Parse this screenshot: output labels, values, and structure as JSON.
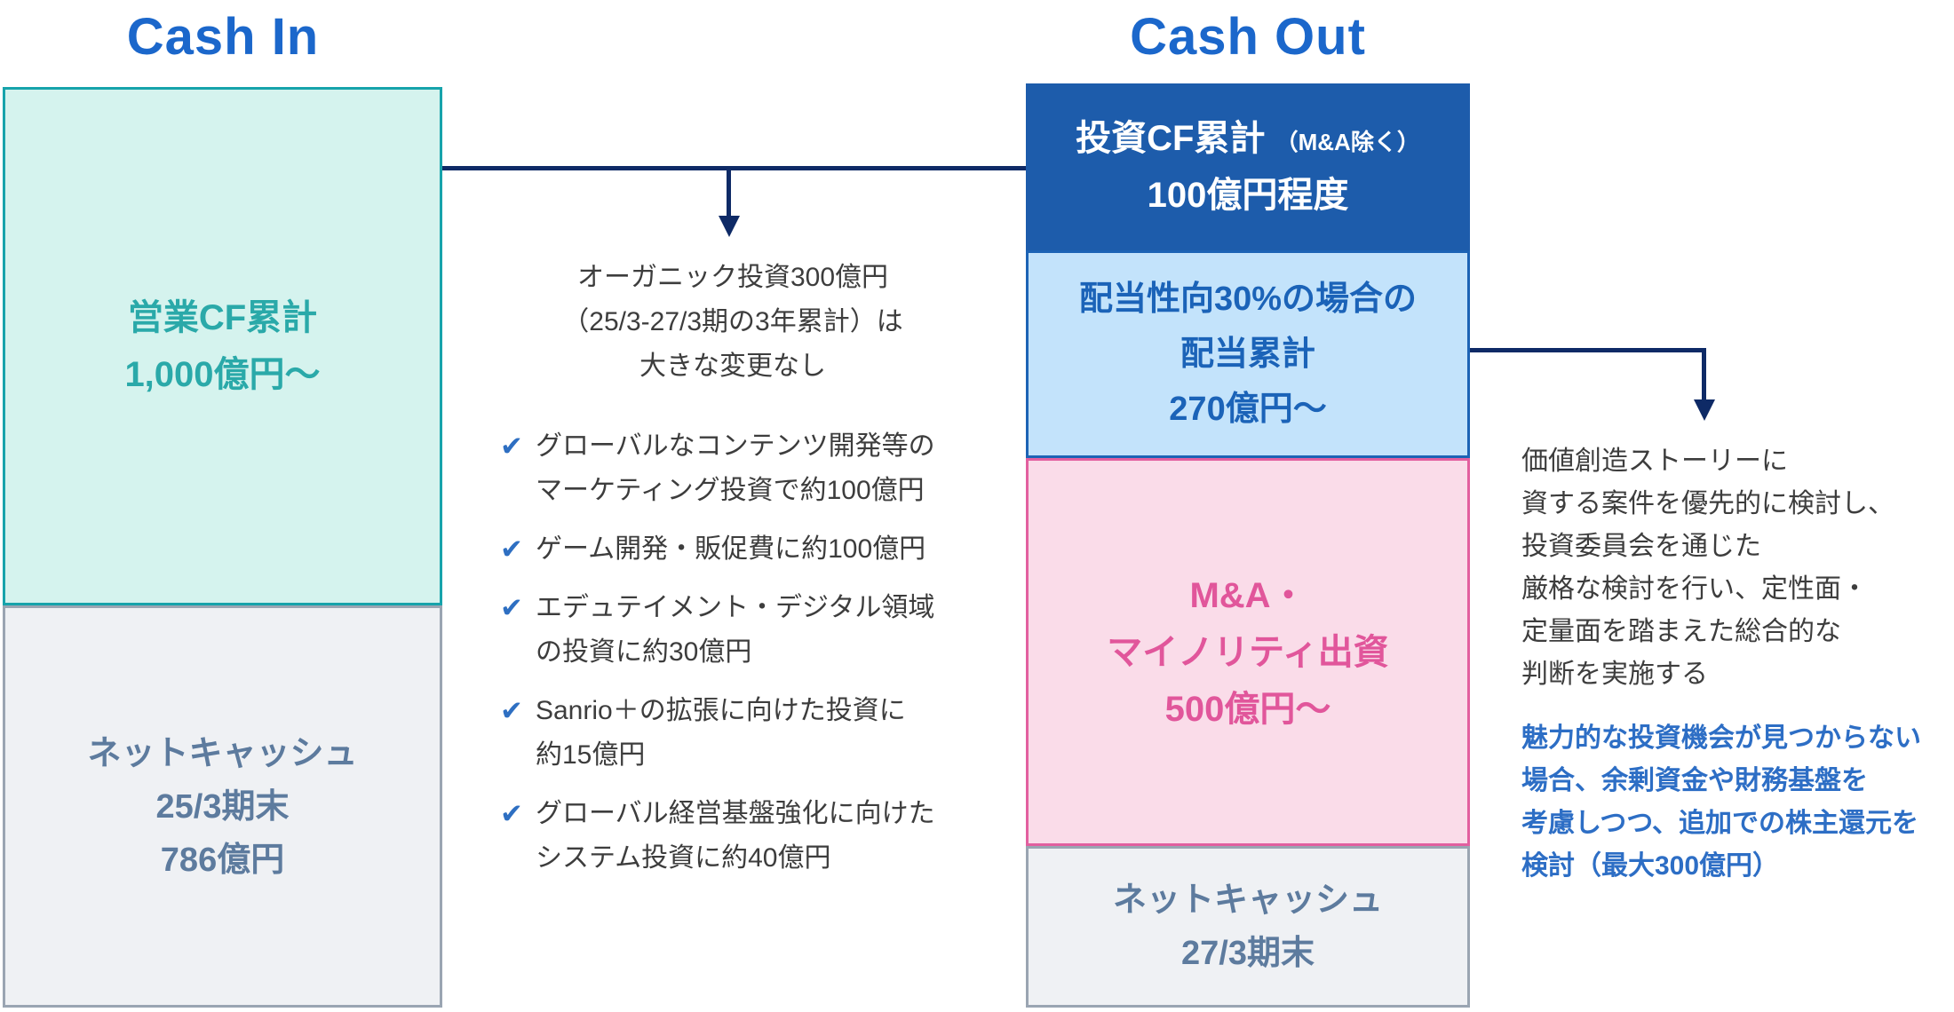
{
  "header": {
    "cash_in_title": "Cash In",
    "cash_out_title": "Cash Out"
  },
  "cash_in": {
    "operating_cf": {
      "lines": [
        "営業CF累計",
        "1,000億円〜"
      ]
    },
    "net_cash_25": {
      "lines": [
        "ネットキャッシュ",
        "25/3期末",
        "786億円"
      ]
    }
  },
  "organic_note": {
    "heading_lines": [
      "オーガニック投資300億円",
      "（25/3-27/3期の3年累計）は",
      "大きな変更なし"
    ],
    "check_glyph": "✔",
    "items": [
      {
        "lines": [
          "グローバルなコンテンツ開発等の",
          "マーケティング投資で約100億円"
        ]
      },
      {
        "lines": [
          "ゲーム開発・販促費に約100億円"
        ]
      },
      {
        "lines": [
          "エデュテイメント・デジタル領域",
          "の投資に約30億円"
        ]
      },
      {
        "lines": [
          "Sanrio＋の拡張に向けた投資に",
          "約15億円"
        ]
      },
      {
        "lines": [
          "グローバル経営基盤強化に向けた",
          "システム投資に約40億円"
        ]
      }
    ]
  },
  "cash_out": {
    "investing_cf": {
      "main": "投資CF累計",
      "note": "（M&A除く）",
      "amount": "100億円程度"
    },
    "dividends": {
      "lines": [
        "配当性向30%の場合の",
        "配当累計",
        "270億円〜"
      ]
    },
    "ma_minority": {
      "lines": [
        "M&A・",
        "マイノリティ出資",
        "500億円〜"
      ]
    },
    "net_cash_27": {
      "lines": [
        "ネットキャッシュ",
        "27/3期末"
      ]
    }
  },
  "right_note": {
    "paragraph1_lines": [
      "価値創造ストーリーに",
      "資する案件を優先的に検討し、",
      "投資委員会を通じた",
      "厳格な検討を行い、定性面・",
      "定量面を踏まえた総合的な",
      "判断を実施する"
    ],
    "paragraph2_lines": [
      "魅力的な投資機会が見つからない",
      "場合、余剰資金や財務基盤を",
      "考慮しつつ、追加での株主還元を",
      "検討（最大300億円）"
    ]
  },
  "colors": {
    "title_blue": "#1b67cb",
    "navy_connector": "#0e2a66",
    "teal_fill": "#d5f3ee",
    "teal_border": "#17a3ab",
    "teal_text": "#2aa9a9",
    "gray_fill": "#eff1f4",
    "gray_border": "#9aa5b2",
    "gray_text": "#5d7b9e",
    "dark_blue_fill": "#1d5cab",
    "light_blue_fill": "#c3e3fb",
    "light_blue_border": "#1c63b5",
    "light_blue_text": "#1b63b8",
    "pink_fill": "#fadce9",
    "pink_border": "#e25f9f",
    "pink_text": "#e1569b",
    "check_blue": "#2e6fc2",
    "body_text": "#3d3d3d",
    "highlight_blue": "#2d6ec5"
  }
}
